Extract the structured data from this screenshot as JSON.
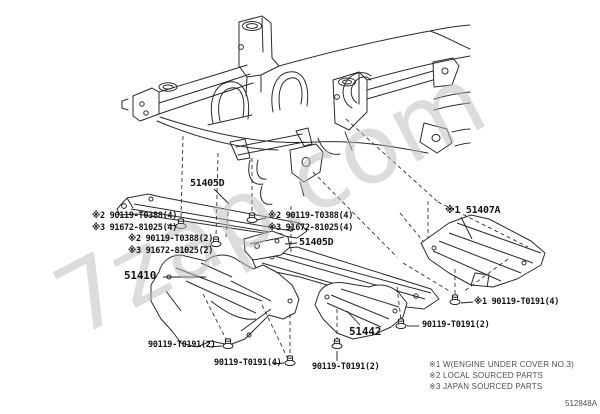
{
  "watermark": "7zap.com",
  "doc_number": "512848A",
  "legend": {
    "line1": "※1 W(ENGINE UNDER COVER NO.3)",
    "line2": "※2 LOCAL SOURCED PARTS",
    "line3": "※3 JAPAN SOURCED PARTS"
  },
  "callouts": {
    "brace_front": "51405D",
    "brace_rear": "51405D",
    "cover_no1": "51410",
    "cover_no2": "51442",
    "cover_no3": "※1 51407A",
    "bolt_left_row1": "※2 90119-T0388(4)",
    "bolt_left_row2": "※3 91672-81025(4)",
    "bolt_mid_row1": "※2 90119-T0388(2)",
    "bolt_mid_row2": "※3 91672-81025(2)",
    "bolt_right_row1": "※2 90119-T0388(4)",
    "bolt_right_row2": "※3 91672-81025(4)",
    "bolt_bottom_left": "90119-T0191(2)",
    "bolt_bottom_center": "90119-T0191(4)",
    "bolt_bottom_mid": "90119-T0191(2)",
    "bolt_bottom_right": "90119-T0191(2)",
    "bolt_right_cover": "※1 90119-T0191(4)"
  },
  "colors": {
    "line": "#2b2b2b",
    "watermark": "#bbbbbb",
    "legend_text": "#4f4f4f"
  }
}
